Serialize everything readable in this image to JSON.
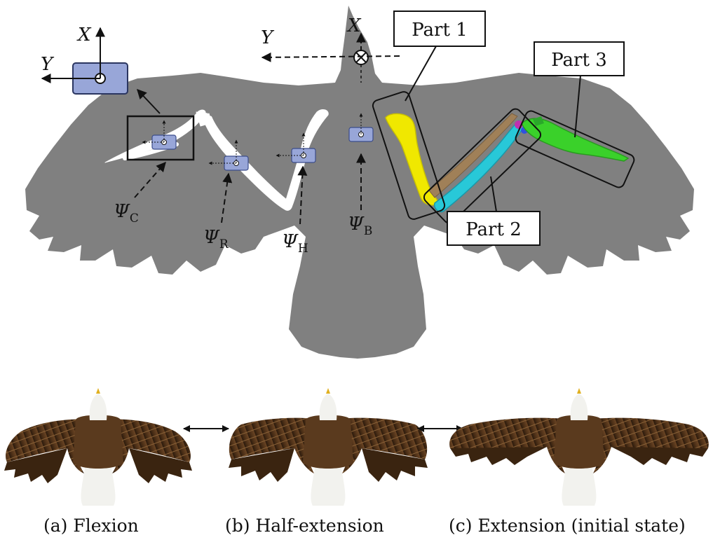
{
  "labels": {
    "axis_x": "X",
    "axis_y": "Y",
    "part1": "Part 1",
    "part2": "Part 2",
    "part3": "Part 3",
    "psi_symbol": "Ψ",
    "psi_c_sub": "C",
    "psi_r_sub": "R",
    "psi_h_sub": "H",
    "psi_b_sub": "B"
  },
  "captions": {
    "a": "(a) Flexion",
    "b": "(b) Half-extension",
    "c": "(c) Extension (initial state)"
  },
  "colors": {
    "silhouette": "#808080",
    "bone": "#ffffff",
    "frame_box": "#98a6d8",
    "frame_border": "#3b4c8a",
    "part1_bone": "#f0e800",
    "part2_bone_a": "#28c8d8",
    "part2_bone_b": "#a08058",
    "part3_bone": "#3ad12a",
    "eagle_brown": "#5a3a1e",
    "eagle_white": "#f2f2ee",
    "beak": "#e0b020"
  }
}
